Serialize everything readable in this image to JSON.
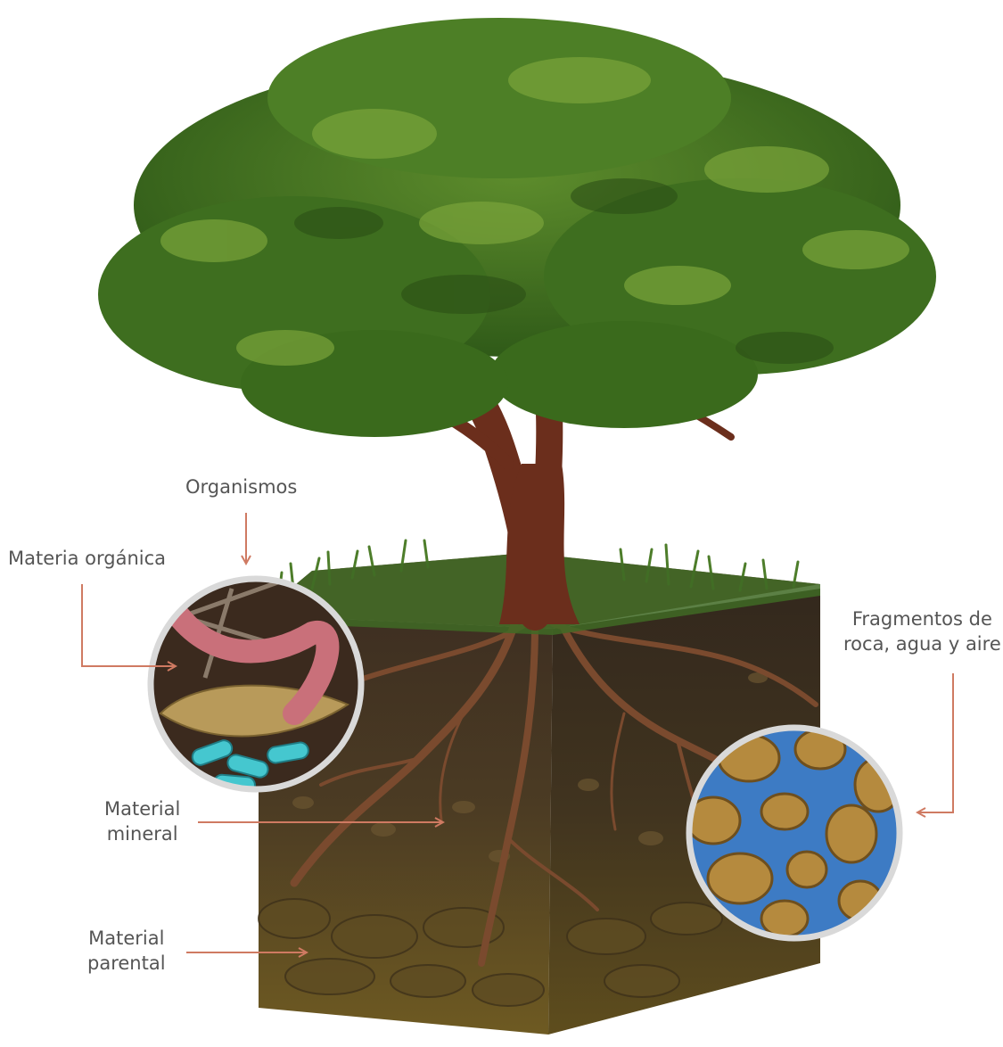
{
  "labels": {
    "organisms": "Organismos",
    "organic_matter": "Materia orgánica",
    "fragments_line1": "Fragmentos de",
    "fragments_line2": "roca, agua y aire",
    "mineral_line1": "Material",
    "mineral_line2": "mineral",
    "parent_line1": "Material",
    "parent_line2": "parental"
  },
  "colors": {
    "arrow": "#cf7a62",
    "label_text": "#555555",
    "foliage_dark": "#3e6e1f",
    "foliage_light": "#7aa43a",
    "trunk": "#6b2e1c",
    "soil_top": "#4a3a2a",
    "soil_bottom": "#6e5a24",
    "water": "#3d7bc4",
    "rock": "#b58a3e",
    "worm": "#c9707a",
    "bacteria": "#45c7cf"
  }
}
